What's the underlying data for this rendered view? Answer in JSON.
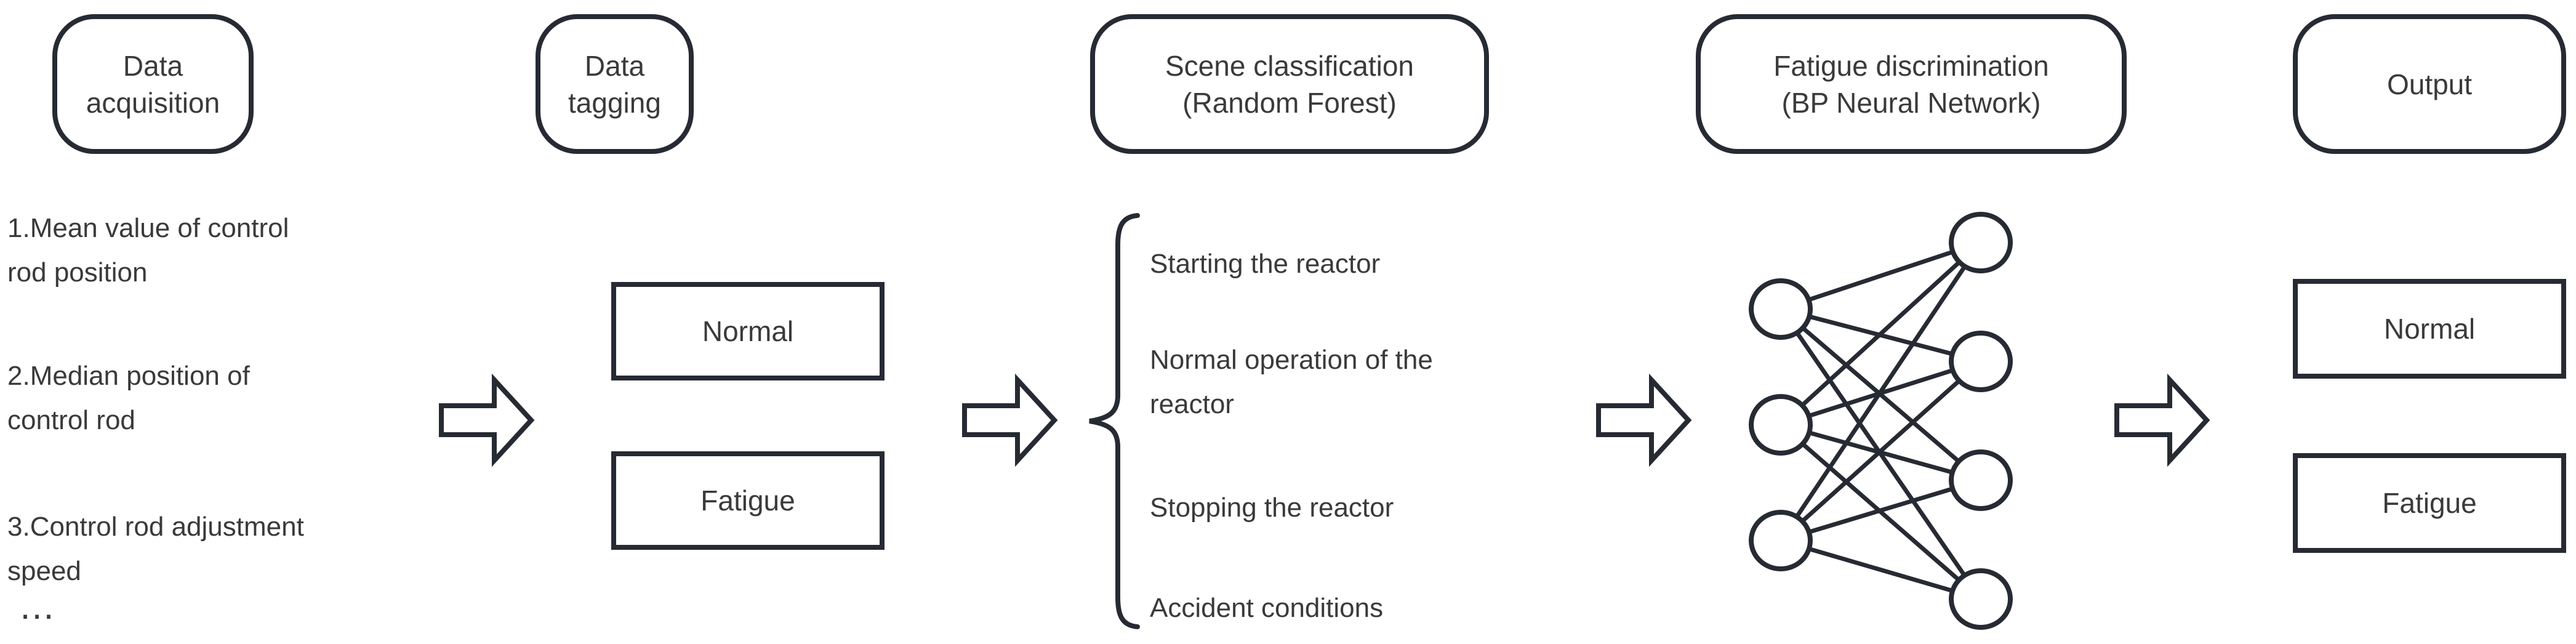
{
  "stages": {
    "stage1": {
      "line1": "Data",
      "line2": "acquisition"
    },
    "stage2": {
      "line1": "Data",
      "line2": "tagging"
    },
    "stage3": {
      "line1": "Scene classification",
      "line2": "(Random Forest)"
    },
    "stage4": {
      "line1": "Fatigue discrimination",
      "line2": "(BP Neural Network)"
    },
    "stage5": {
      "line1": "Output"
    }
  },
  "features": {
    "item1_line1": "1.Mean value of control",
    "item1_line2": "rod position",
    "item2_line1": "2.Median position of",
    "item2_line2": "control rod",
    "item3_line1": "3.Control rod adjustment",
    "item3_line2": "speed",
    "ellipsis": "…"
  },
  "tags": {
    "normal": "Normal",
    "fatigue": "Fatigue"
  },
  "scenes": {
    "item1": "Starting the reactor",
    "item2_line1": "Normal operation of the",
    "item2_line2": "reactor",
    "item3": "Stopping the reactor",
    "item4": "Accident conditions"
  },
  "output": {
    "normal": "Normal",
    "fatigue": "Fatigue"
  },
  "network": {
    "input_nodes": 3,
    "output_nodes": 4
  },
  "colors": {
    "ink": "#262b33",
    "text": "#3a3a3a",
    "background": "#ffffff"
  }
}
